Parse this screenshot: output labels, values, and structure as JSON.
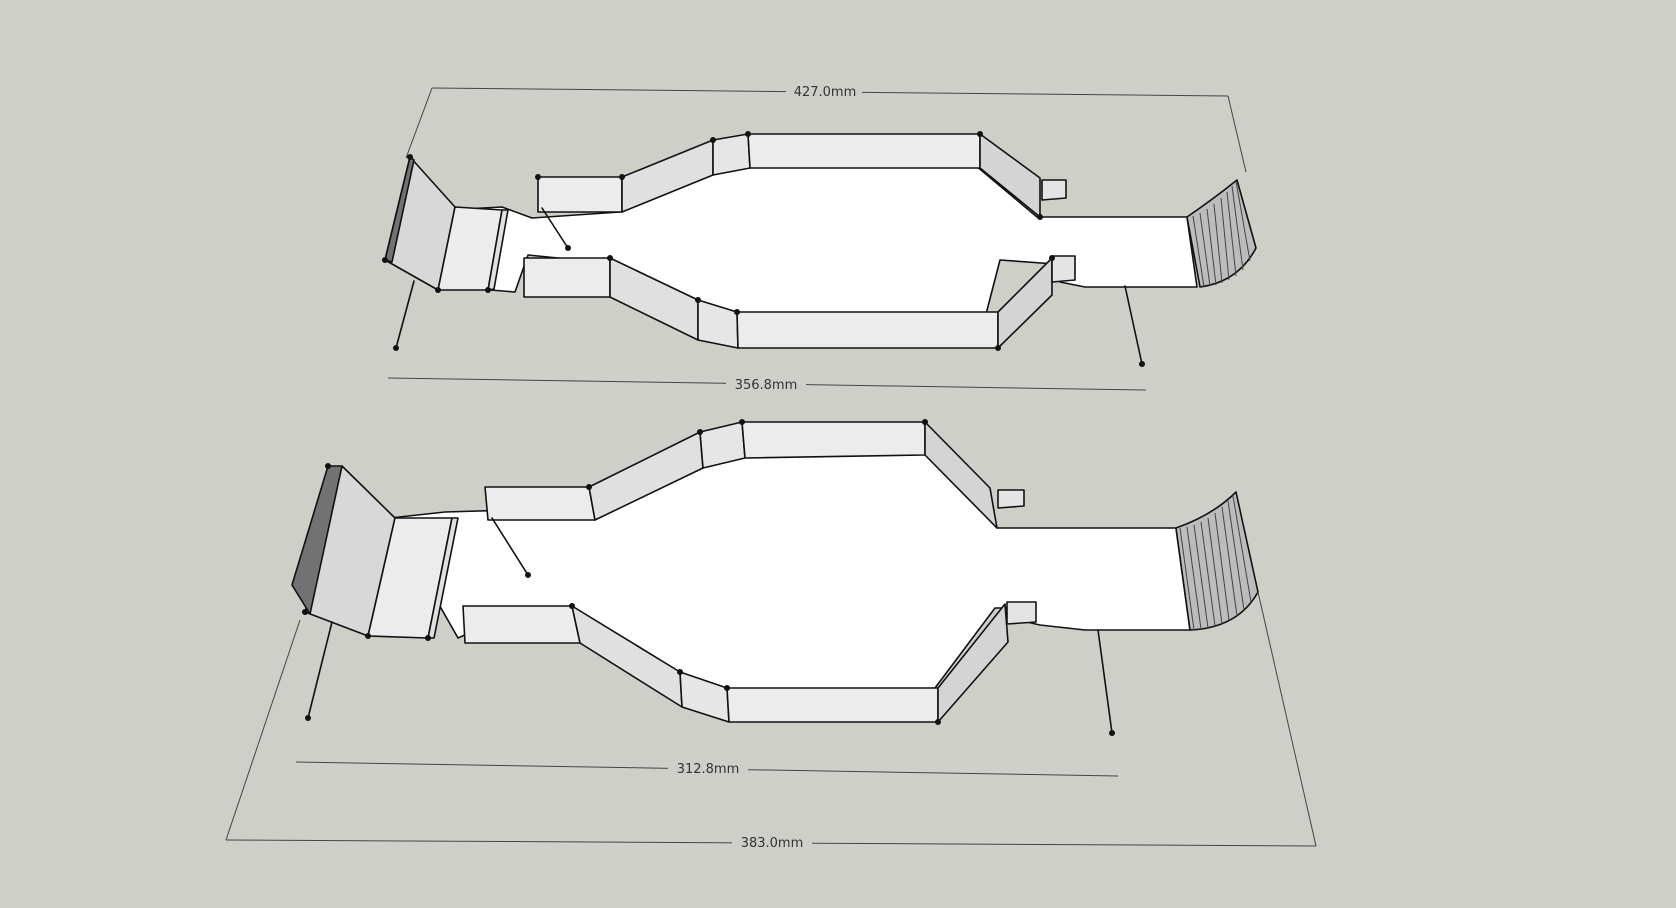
{
  "colors": {
    "background": "#cfcfca",
    "floor": "#ffffff",
    "wall_light": "#eaeaea",
    "wall_mid": "#d2d2d2",
    "wall_dark": "#6e6e6e",
    "edge": "#111111",
    "dimension_line": "#444444"
  },
  "dimensions": {
    "top_overall": "427.0mm",
    "top_wheelbase": "356.8mm",
    "bottom_wheelbase": "312.8mm",
    "bottom_overall": "383.0mm"
  }
}
